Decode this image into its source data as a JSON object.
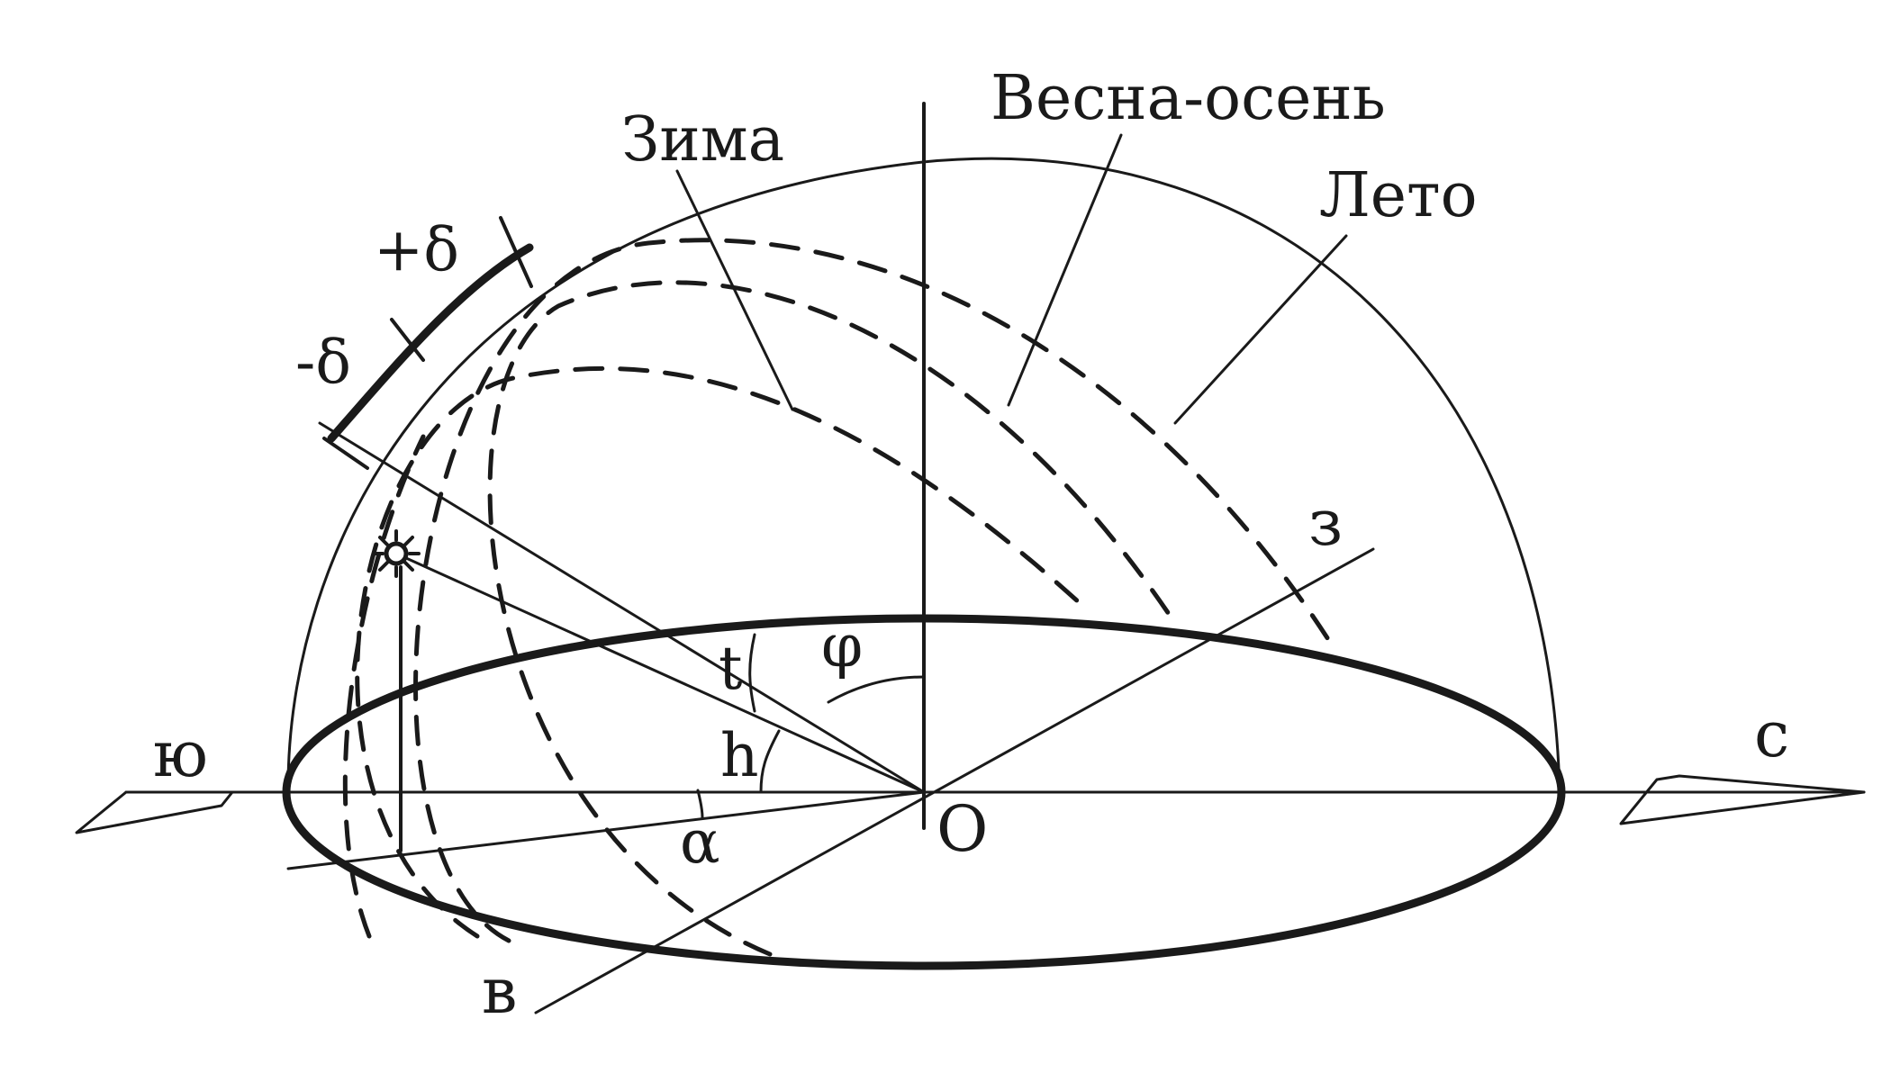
{
  "labels": {
    "winter": "Зима",
    "equinox": "Весна-осень",
    "summer": "Лето",
    "south": "ю",
    "north": "с",
    "west": "з",
    "east": "в",
    "origin": "О",
    "declination_plus": "+δ",
    "declination_minus": "-δ",
    "latitude": "φ",
    "hour_angle": "t",
    "altitude": "h",
    "azimuth": "α"
  },
  "colors": {
    "ink": "#1a1a1a",
    "background": "#ffffff"
  },
  "icons": {
    "sun": "sun-icon"
  }
}
